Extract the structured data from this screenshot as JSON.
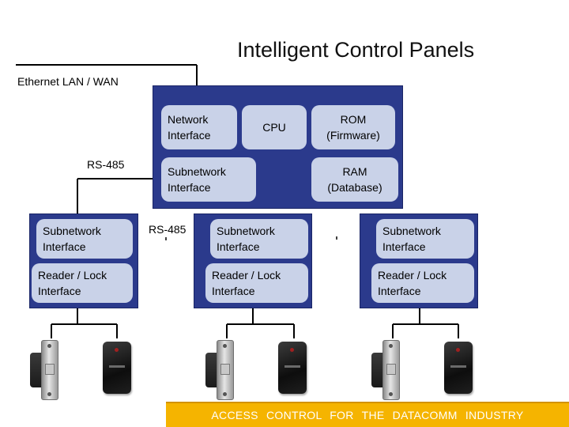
{
  "title": "Intelligent Control Panels",
  "ethernet_label": "Ethernet LAN / WAN",
  "rs485_upper": "RS-485",
  "rs485_middle": "RS-485",
  "main_panel": {
    "network_interface": [
      "Network",
      "Interface"
    ],
    "cpu": "CPU",
    "rom": [
      "ROM",
      "(Firmware)"
    ],
    "subnetwork_interface": [
      "Subnetwork",
      "Interface"
    ],
    "ram": [
      "RAM",
      "(Database)"
    ]
  },
  "sub_panels": [
    {
      "subnetwork_interface": [
        "Subnetwork",
        "Interface"
      ],
      "reader_lock_interface": [
        "Reader / Lock",
        "Interface"
      ]
    },
    {
      "subnetwork_interface": [
        "Subnetwork",
        "Interface"
      ],
      "reader_lock_interface": [
        "Reader / Lock",
        "Interface"
      ]
    },
    {
      "subnetwork_interface": [
        "Subnetwork",
        "Interface"
      ],
      "reader_lock_interface": [
        "Reader / Lock",
        "Interface"
      ]
    }
  ],
  "devices": [
    "door-strike-icon",
    "card-reader-icon"
  ],
  "footer": "ACCESS CONTROL FOR THE DATACOMM INDUSTRY",
  "colors": {
    "panel": "#2b3a8c",
    "card": "#c9d2e8",
    "footer": "#f5b400"
  }
}
